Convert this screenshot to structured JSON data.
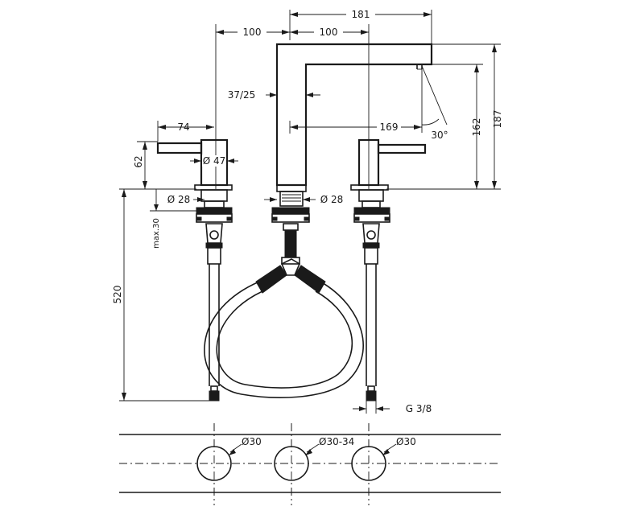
{
  "dimensions": {
    "top_total": "181",
    "top_left": "100",
    "top_right": "100",
    "handle_length": "74",
    "spout_thickness": "37/25",
    "reach": "169",
    "angle": "30°",
    "height_162": "162",
    "height_187": "187",
    "handle_height": "62",
    "body_diameter": "Ø 47",
    "shank_left": "Ø 28",
    "shank_center": "Ø 28",
    "max_thickness": "max.30",
    "hose_length": "520",
    "thread": "G 3/8"
  },
  "holes": {
    "left": "Ø30",
    "center": "Ø30-34",
    "right": "Ø30"
  }
}
